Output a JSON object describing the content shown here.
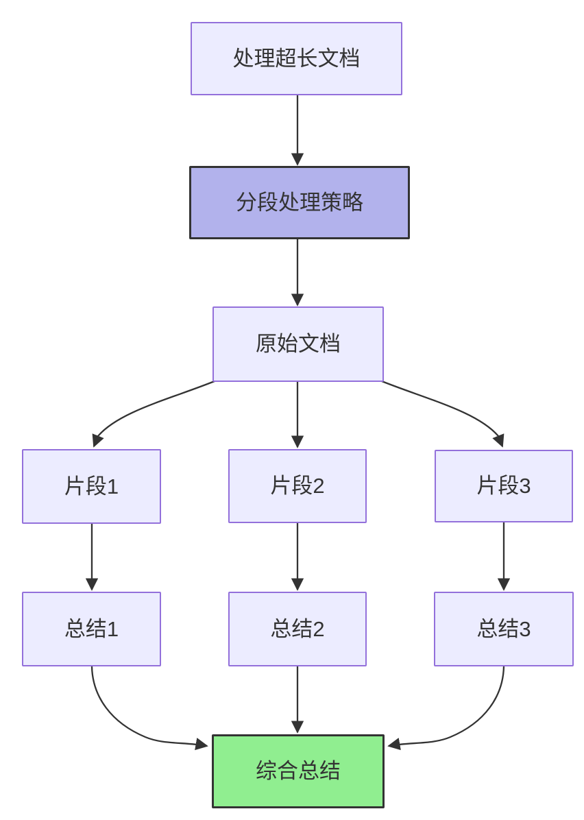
{
  "diagram": {
    "type": "flowchart",
    "direction": "top-down",
    "nodes": [
      {
        "id": "task",
        "label": "处理超长文档",
        "style": "default"
      },
      {
        "id": "strategy",
        "label": "分段处理策略",
        "style": "emphasis"
      },
      {
        "id": "source",
        "label": "原始文档",
        "style": "default"
      },
      {
        "id": "chunk1",
        "label": "片段1",
        "style": "default"
      },
      {
        "id": "chunk2",
        "label": "片段2",
        "style": "default"
      },
      {
        "id": "chunk3",
        "label": "片段3",
        "style": "default"
      },
      {
        "id": "summary1",
        "label": "总结1",
        "style": "default"
      },
      {
        "id": "summary2",
        "label": "总结2",
        "style": "default"
      },
      {
        "id": "summary3",
        "label": "总结3",
        "style": "default"
      },
      {
        "id": "final",
        "label": "综合总结",
        "style": "result"
      }
    ],
    "edges": [
      {
        "from": "处理超长文档",
        "to": "分段处理策略"
      },
      {
        "from": "分段处理策略",
        "to": "原始文档"
      },
      {
        "from": "原始文档",
        "to": "片段1"
      },
      {
        "from": "原始文档",
        "to": "片段2"
      },
      {
        "from": "原始文档",
        "to": "片段3"
      },
      {
        "from": "片段1",
        "to": "总结1"
      },
      {
        "from": "片段2",
        "to": "总结2"
      },
      {
        "from": "片段3",
        "to": "总结3"
      },
      {
        "from": "总结1",
        "to": "综合总结"
      },
      {
        "from": "总结2",
        "to": "综合总结"
      },
      {
        "from": "总结3",
        "to": "综合总结"
      }
    ],
    "colors": {
      "node_fill": "#ECECFF",
      "node_border": "#9370DB",
      "emphasis_fill": "#B2B2EC",
      "emphasis_border": "#333333",
      "result_fill": "#90EE90",
      "result_border": "#333333",
      "edge": "#333333",
      "text": "#333333",
      "background": "#FFFFFF"
    }
  }
}
